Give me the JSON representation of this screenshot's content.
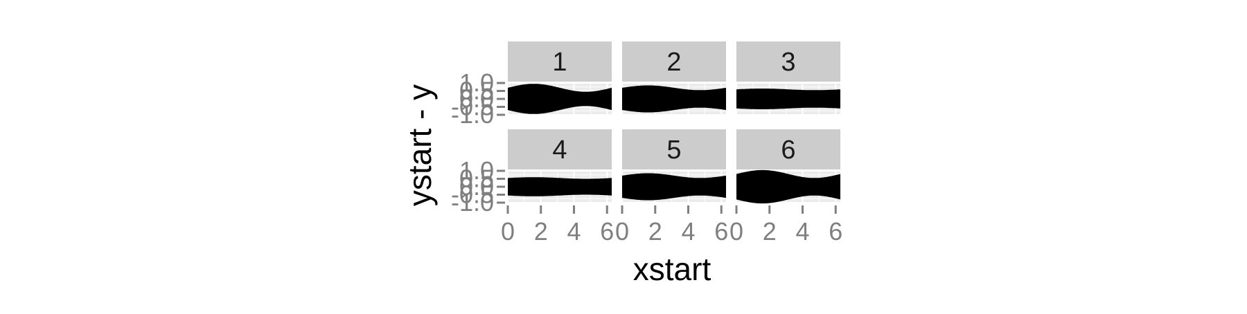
{
  "chart_data": {
    "type": "area",
    "facet_layout": "2x3",
    "xlabel": "xstart",
    "ylabel": "ystart - y",
    "xlim": [
      0,
      6.283
    ],
    "ylim": [
      -1.0,
      1.0
    ],
    "x_ticks": [
      0,
      2,
      4,
      6
    ],
    "y_ticks": [
      "-1.0",
      "-0.5",
      "0.0",
      "0.5",
      "1.0"
    ],
    "fill_color": "#000000",
    "strip_color": "#cccccc",
    "panel_background": "#ebebeb",
    "grid_color": "#ffffff",
    "grid": true,
    "legend": "none",
    "panels": [
      {
        "label": "1",
        "band_half_width": 0.7,
        "wave_amplitude": 0.25
      },
      {
        "label": "2",
        "band_half_width": 0.7,
        "wave_amplitude": 0.15
      },
      {
        "label": "3",
        "band_half_width": 0.6,
        "wave_amplitude": 0.05
      },
      {
        "label": "4",
        "band_half_width": 0.55,
        "wave_amplitude": 0.05
      },
      {
        "label": "5",
        "band_half_width": 0.7,
        "wave_amplitude": 0.15
      },
      {
        "label": "6",
        "band_half_width": 0.8,
        "wave_amplitude": 0.25
      }
    ]
  }
}
